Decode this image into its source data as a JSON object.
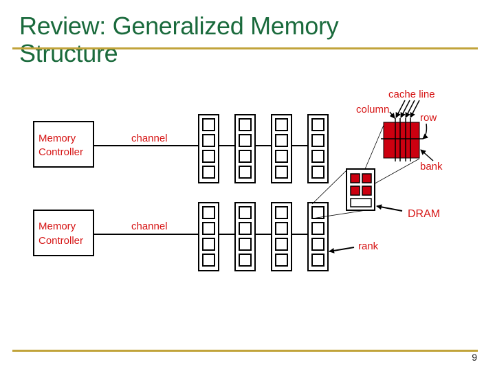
{
  "slide": {
    "title": "Review: Generalized Memory Structure",
    "title_line1": "Review: Generalized Memory",
    "title_line2": "Structure",
    "page_number": "9",
    "accent_color": "#c1a33a",
    "title_color": "#1a6a3c",
    "label_color": "#d61515",
    "bank_fill": "#cc0010"
  },
  "diagram": {
    "controllers": [
      {
        "line1": "Memory",
        "line2": "Controller",
        "channel_label": "channel"
      },
      {
        "line1": "Memory",
        "line2": "Controller",
        "channel_label": "channel"
      }
    ],
    "modules_per_channel": 4,
    "chips_per_module": 4,
    "labels": {
      "cache_line": "cache line",
      "column": "column",
      "row": "row",
      "bank": "bank",
      "dram": "DRAM",
      "rank": "rank"
    }
  }
}
